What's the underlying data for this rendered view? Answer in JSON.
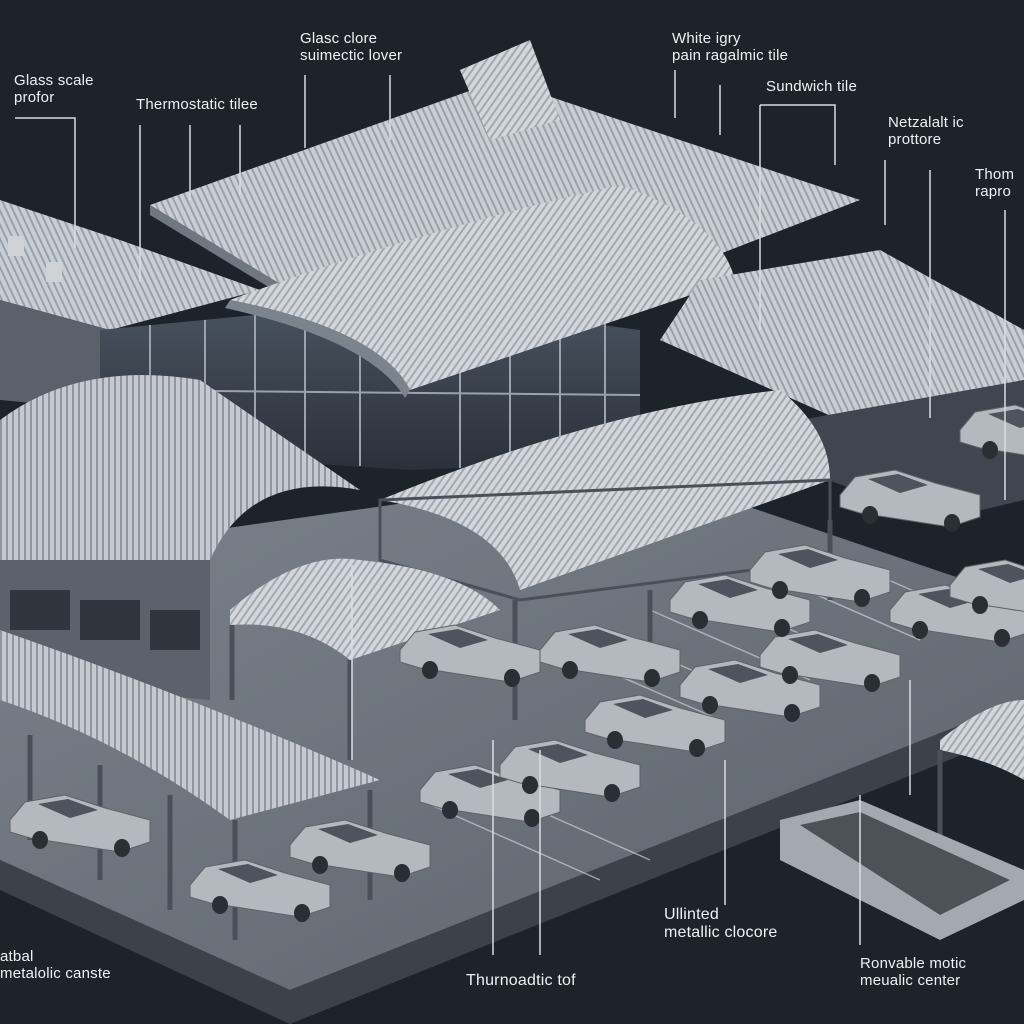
{
  "labels": {
    "glass_scale_profile": "Glass scale\nprofor",
    "thermostatic_tile_left": "Thermostatic tilee",
    "glass_clore_louver": "Glasc clore\nsuimectic lover",
    "white_paint_tile": "White igry\npain ragalmic tile",
    "sandwich_tile": "Sundwich tile",
    "metallic_protection": "Netzalalt ic\nprottore",
    "thermo_right": "Thom\nrapro",
    "left_bottom": "atbal\nmetalolic canste",
    "thermoplastic_roof": "Thurnoadtic tof",
    "unlimited_metallic": "Ullinted\nmetallic clocore",
    "removable_metallic": "Ronvable motic\nmeualic center"
  },
  "colors": {
    "background": "#1d232b",
    "roof_light": "#dfe3e8",
    "roof_mid": "#aab1ba",
    "roof_dark": "#6f7781",
    "frame": "#4a5059",
    "ground": "#8e949c",
    "car": "#b4b9bf",
    "label_text": "#eef1f4",
    "leader_line": "#d9dde2"
  }
}
